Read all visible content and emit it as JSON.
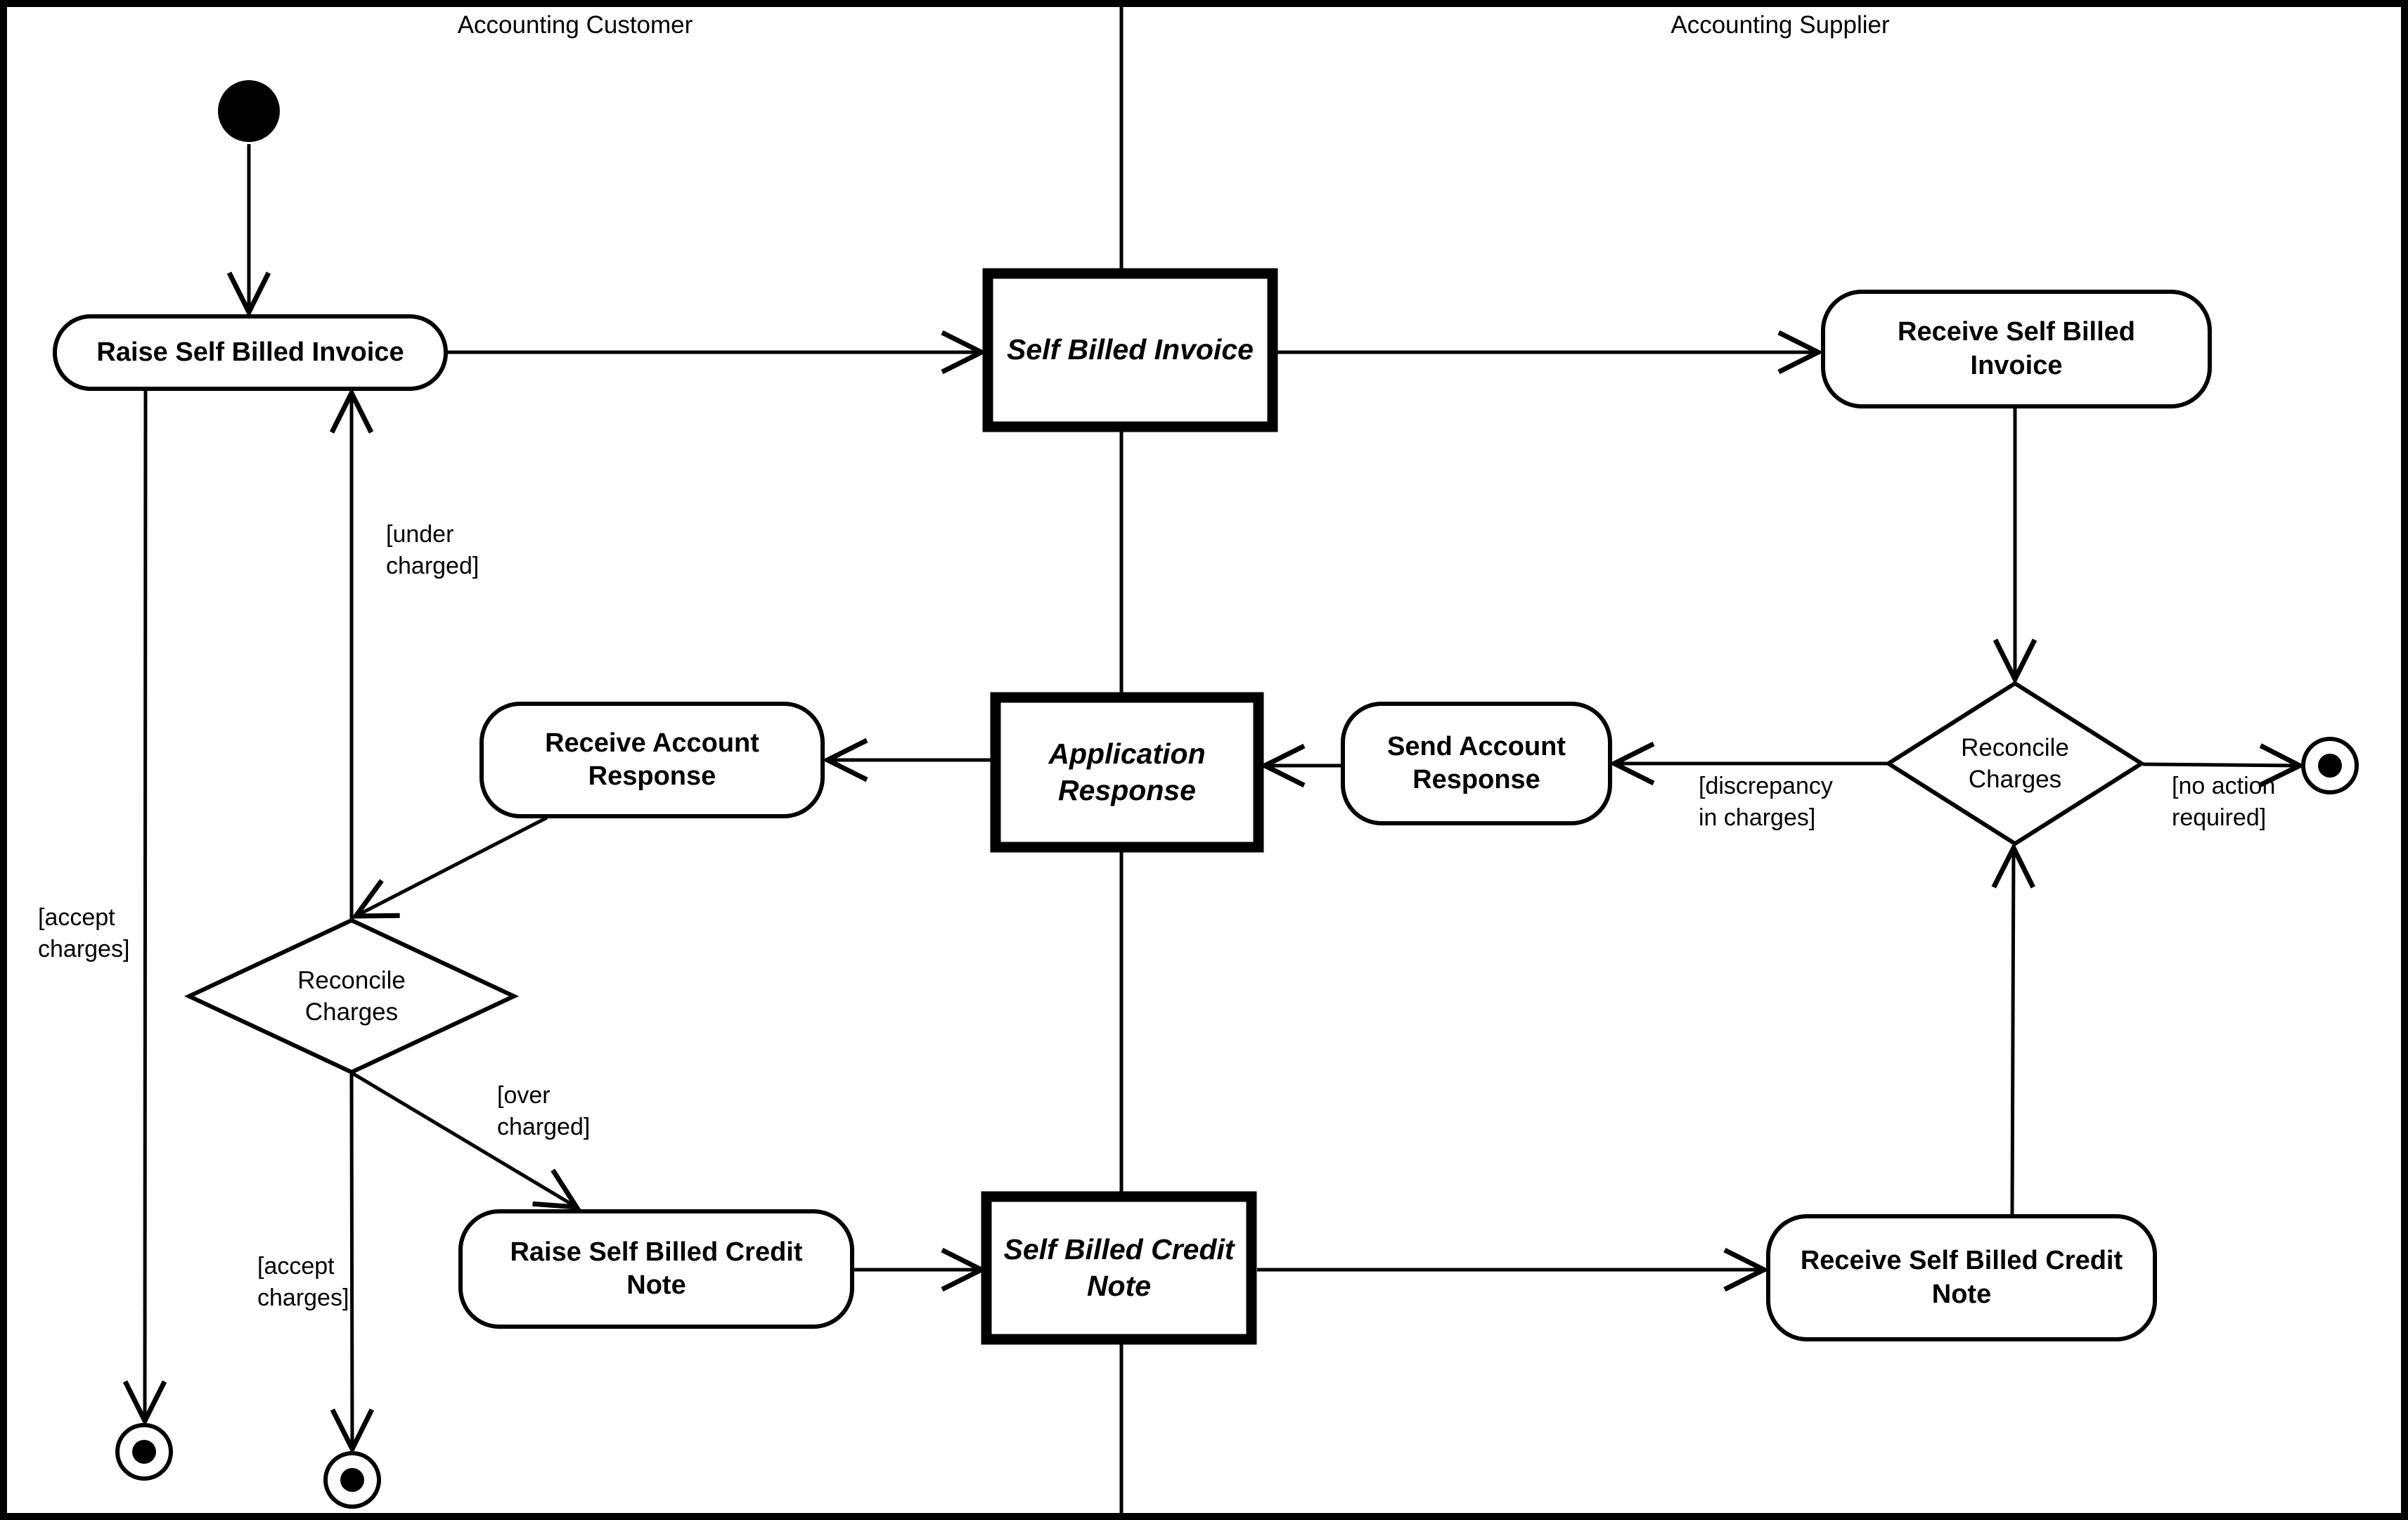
{
  "diagram": {
    "type": "uml-activity-diagram",
    "colors": {
      "line": "#000000",
      "background": "#ffffff"
    },
    "lanes": [
      {
        "title": "Accounting Customer"
      },
      {
        "title": "Accounting Supplier"
      }
    ],
    "nodes": {
      "initial": {
        "type": "initial-node"
      },
      "raise_sbi": {
        "label": "Raise Self Billed Invoice"
      },
      "sbi": {
        "label": "Self Billed Invoice"
      },
      "receive_sbi": {
        "label": "Receive Self Billed\nInvoice"
      },
      "receive_account_response": {
        "label": "Receive Account\nResponse"
      },
      "application_response": {
        "label": "Application\nResponse"
      },
      "send_account_response": {
        "label": "Send Account\nResponse"
      },
      "reconcile_customer": {
        "label": "Reconcile\nCharges"
      },
      "reconcile_supplier": {
        "label": "Reconcile\nCharges"
      },
      "raise_sbcn": {
        "label": "Raise Self Billed Credit\nNote"
      },
      "sbcn": {
        "label": "Self Billed Credit\nNote"
      },
      "receive_sbcn": {
        "label": "Receive Self Billed Credit\nNote"
      }
    },
    "guards": {
      "under_charged": "[under\ncharged]",
      "accept_charges_left": "[accept\ncharges]",
      "accept_charges_mid": "[accept\ncharges]",
      "over_charged": "[over\ncharged]",
      "discrepancy_in_charges": "[discrepancy\nin charges]",
      "no_action_required": "[no action\nrequired]"
    }
  }
}
